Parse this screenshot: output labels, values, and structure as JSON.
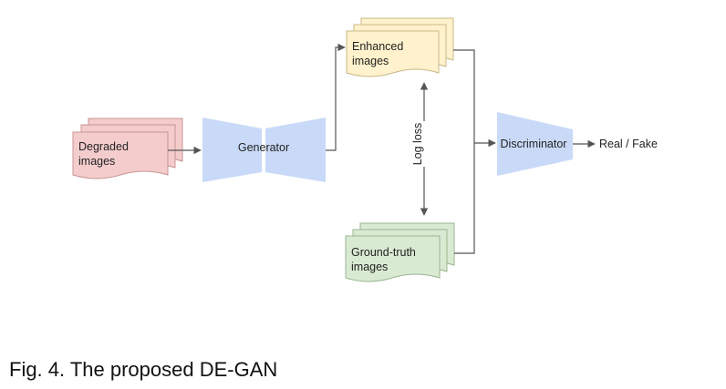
{
  "nodes": {
    "degraded": {
      "line1": "Degraded",
      "line2": "images"
    },
    "generator": {
      "label": "Generator"
    },
    "enhanced": {
      "line1": "Enhanced",
      "line2": "images"
    },
    "ground_truth": {
      "line1": "Ground-truth",
      "line2": "images"
    },
    "discriminator": {
      "label": "Discriminator"
    },
    "output": {
      "label": "Real / Fake"
    },
    "loss": {
      "label": "Log loss"
    }
  },
  "colors": {
    "degraded_fill": "#f4cccc",
    "degraded_stroke": "#c99494",
    "enhanced_fill": "#fff2cc",
    "enhanced_stroke": "#c9b98a",
    "ground_truth_fill": "#d9ead3",
    "ground_truth_stroke": "#9ab58f",
    "network_fill": "#c9daf8",
    "line": "#595959"
  },
  "caption": "Fig. 4. The proposed DE-GAN"
}
